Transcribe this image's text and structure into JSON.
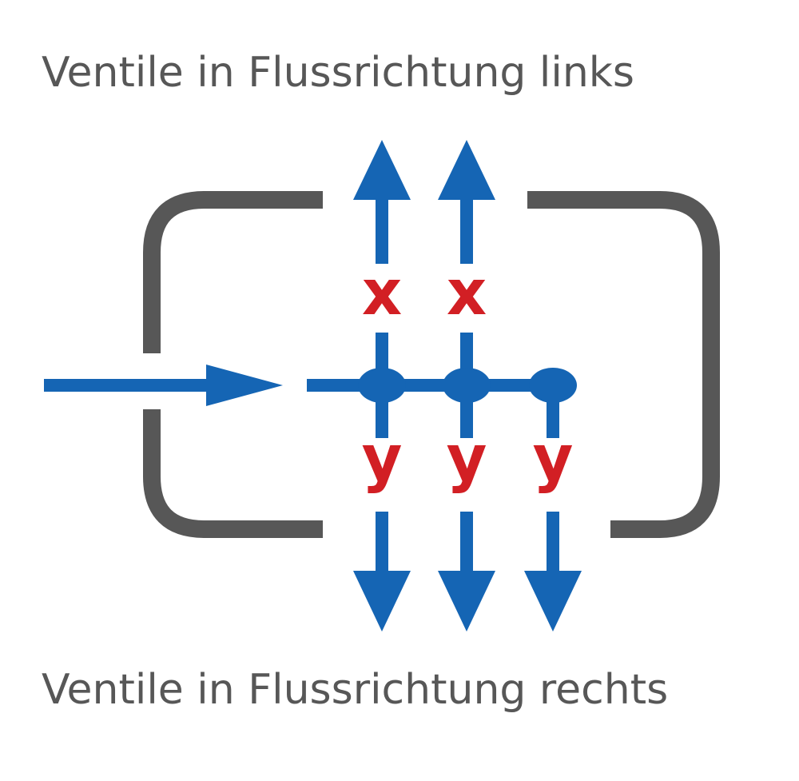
{
  "diagram": {
    "caption_top": "Ventile in Flussrichtung links",
    "caption_bottom": "Ventile in Flussrichtung rechts",
    "valve_labels": {
      "col1_top": "x",
      "col2_top": "x",
      "col1_bottom": "y",
      "col2_bottom": "y",
      "col3_bottom": "y"
    },
    "colors": {
      "flow_blue": "#1565b4",
      "frame_gray": "#575757",
      "label_red": "#d21f24",
      "caption_gray": "#575757"
    }
  }
}
